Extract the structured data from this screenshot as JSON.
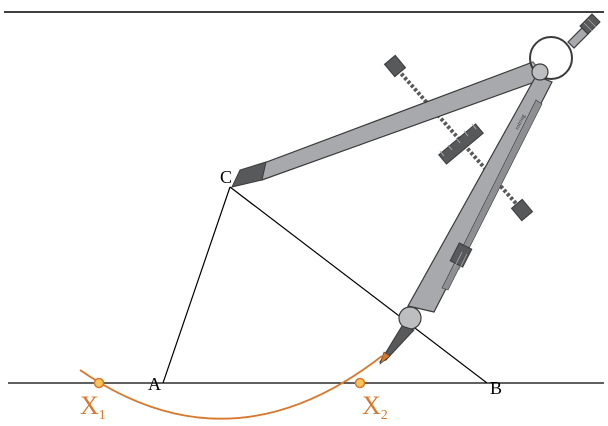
{
  "diagram": {
    "points": {
      "A": "A",
      "B": "B",
      "C": "C"
    },
    "intersections": {
      "x1_letter": "X",
      "x1_index": "1",
      "x2_letter": "X",
      "x2_index": "2"
    },
    "instrument": {
      "name": "compass",
      "engraving": "rotring"
    },
    "colors": {
      "line": "#000000",
      "arc": "#d9782d",
      "point_fill": "#f7c65a",
      "point_stroke": "#d9782d",
      "label_orange": "#d9782d",
      "compass_body": "#a7a9ac",
      "compass_dark": "#58595b",
      "compass_outline": "#3b3b3b"
    }
  }
}
